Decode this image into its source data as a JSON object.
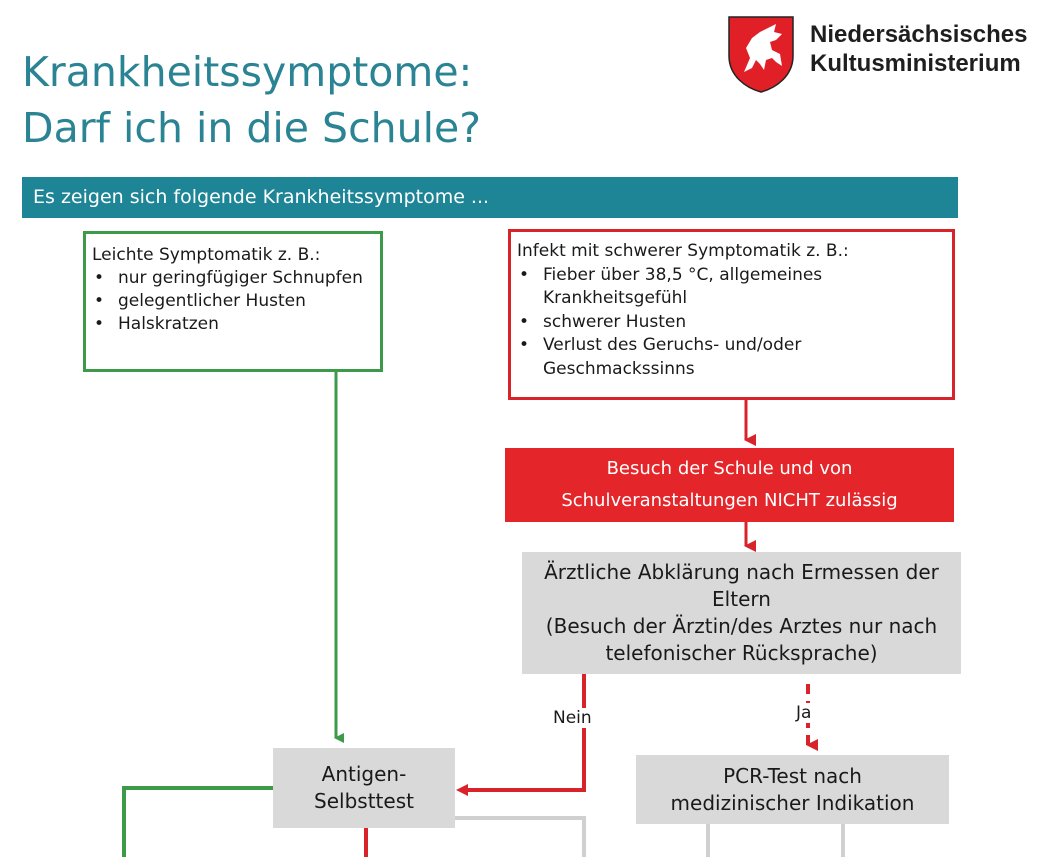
{
  "header": {
    "title_line1": "Krankheitssymptome:",
    "title_line2": "Darf ich in die Schule?",
    "ministry_line1": "Niedersächsisches",
    "ministry_line2": "Kultusministerium",
    "logo_icon": "niedersachsen-horse-crest-icon"
  },
  "banner": {
    "text": "Es zeigen sich folgende Krankheitssymptome ..."
  },
  "mild": {
    "heading": "Leichte Symptomatik z. B.:",
    "items": [
      "nur geringfügiger Schnupfen",
      "gelegentlicher Husten",
      "Halskratzen"
    ]
  },
  "severe": {
    "heading": "Infekt mit schwerer Symptomatik z. B.:",
    "items": [
      "Fieber über 38,5 °C, allgemeines Krankheitsgefühl",
      "schwerer Husten",
      "Verlust des Geruchs- und/oder Geschmackssinns"
    ]
  },
  "not_allowed": {
    "line1": "Besuch der Schule und von",
    "line2": "Schulveranstaltungen NICHT zulässig"
  },
  "doctor": {
    "line1": "Ärztliche Abklärung nach Ermessen der",
    "line2": "Eltern",
    "line3": "(Besuch der Ärztin/des Arztes nur nach",
    "line4": "telefonischer Rücksprache)"
  },
  "labels": {
    "no": "Nein",
    "yes": "Ja"
  },
  "antigen": {
    "line1": "Antigen-",
    "line2": "Selbsttest"
  },
  "pcr": {
    "line1": "PCR-Test nach",
    "line2": "medizinischer Indikation"
  },
  "colors": {
    "title": "#2a8494",
    "banner": "#1e8597",
    "green": "#3c9a48",
    "red": "#d8232a",
    "red_fill": "#e4262a",
    "grey_box": "#d9d9d9"
  }
}
